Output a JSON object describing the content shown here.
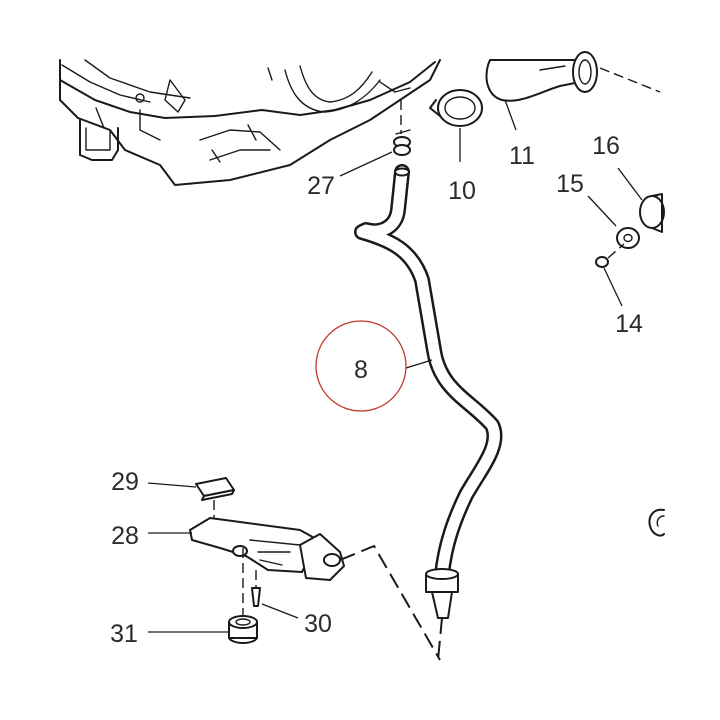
{
  "diagram": {
    "highlight_color": "#c0392b",
    "callouts": {
      "c8": "8",
      "c10": "10",
      "c11": "11",
      "c14": "14",
      "c15": "15",
      "c16": "16",
      "c27": "27",
      "c28": "28",
      "c29": "29",
      "c30": "30",
      "c31": "31"
    }
  }
}
